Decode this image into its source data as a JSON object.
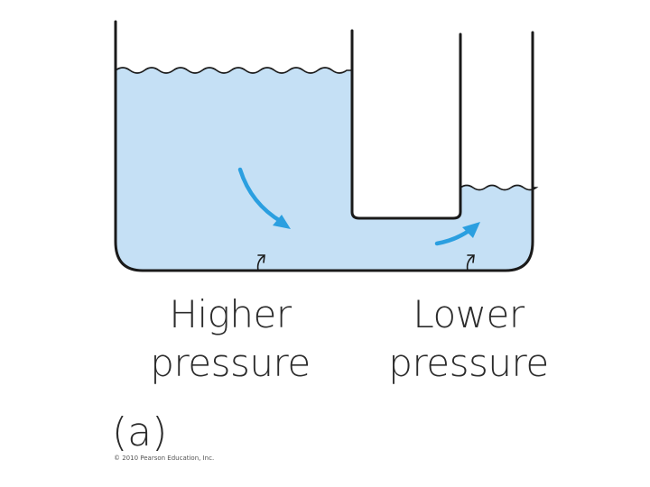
{
  "labels": {
    "left_line1": "Higher",
    "left_line2": "pressure",
    "right_line1": "Lower",
    "right_line2": "pressure",
    "panel": "(a)",
    "copyright": "© 2010 Pearson Education, Inc."
  },
  "colors": {
    "water": "#c5e0f5",
    "outline": "#1a1a1a",
    "arrow": "#2b9fe0"
  },
  "icons": {
    "flow_arrow_left": "curved-arrow-icon",
    "flow_arrow_right": "curved-arrow-icon",
    "pointer_left": "small-curved-arrow-icon",
    "pointer_right": "small-curved-arrow-icon"
  }
}
